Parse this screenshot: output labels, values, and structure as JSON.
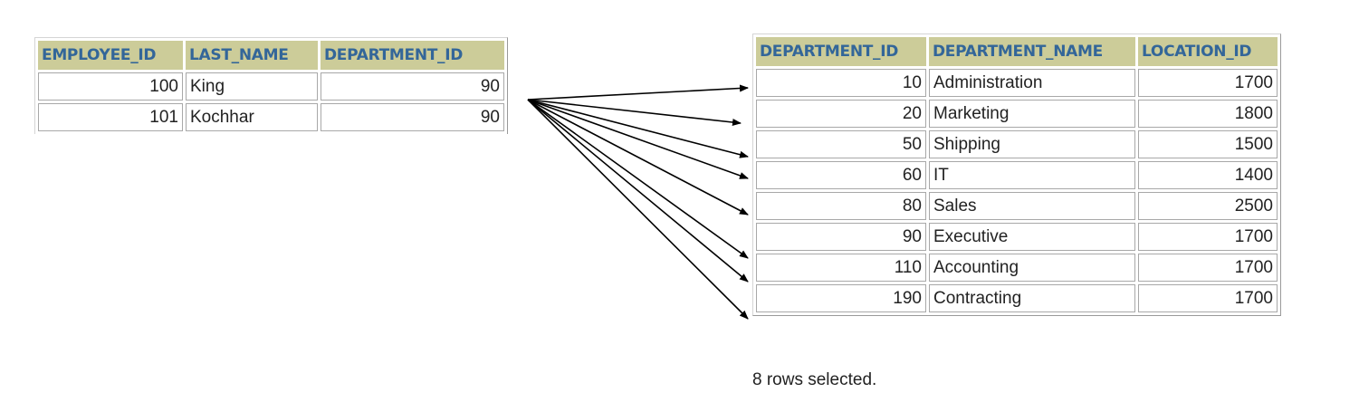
{
  "employees": {
    "columns": [
      "EMPLOYEE_ID",
      "LAST_NAME",
      "DEPARTMENT_ID"
    ],
    "rows": [
      {
        "employee_id": "100",
        "last_name": "King",
        "department_id": "90"
      },
      {
        "employee_id": "101",
        "last_name": "Kochhar",
        "department_id": "90"
      }
    ]
  },
  "departments": {
    "columns": [
      "DEPARTMENT_ID",
      "DEPARTMENT_NAME",
      "LOCATION_ID"
    ],
    "rows": [
      {
        "department_id": "10",
        "department_name": "Administration",
        "location_id": "1700"
      },
      {
        "department_id": "20",
        "department_name": "Marketing",
        "location_id": "1800"
      },
      {
        "department_id": "50",
        "department_name": "Shipping",
        "location_id": "1500"
      },
      {
        "department_id": "60",
        "department_name": "IT",
        "location_id": "1400"
      },
      {
        "department_id": "80",
        "department_name": "Sales",
        "location_id": "2500"
      },
      {
        "department_id": "90",
        "department_name": "Executive",
        "location_id": "1700"
      },
      {
        "department_id": "110",
        "department_name": "Accounting",
        "location_id": "1700"
      },
      {
        "department_id": "190",
        "department_name": "Contracting",
        "location_id": "1700"
      }
    ]
  },
  "status_text": "8 rows selected.",
  "colors": {
    "header_background": "#cccc99",
    "header_text": "#336699",
    "arrow": "#000000"
  }
}
